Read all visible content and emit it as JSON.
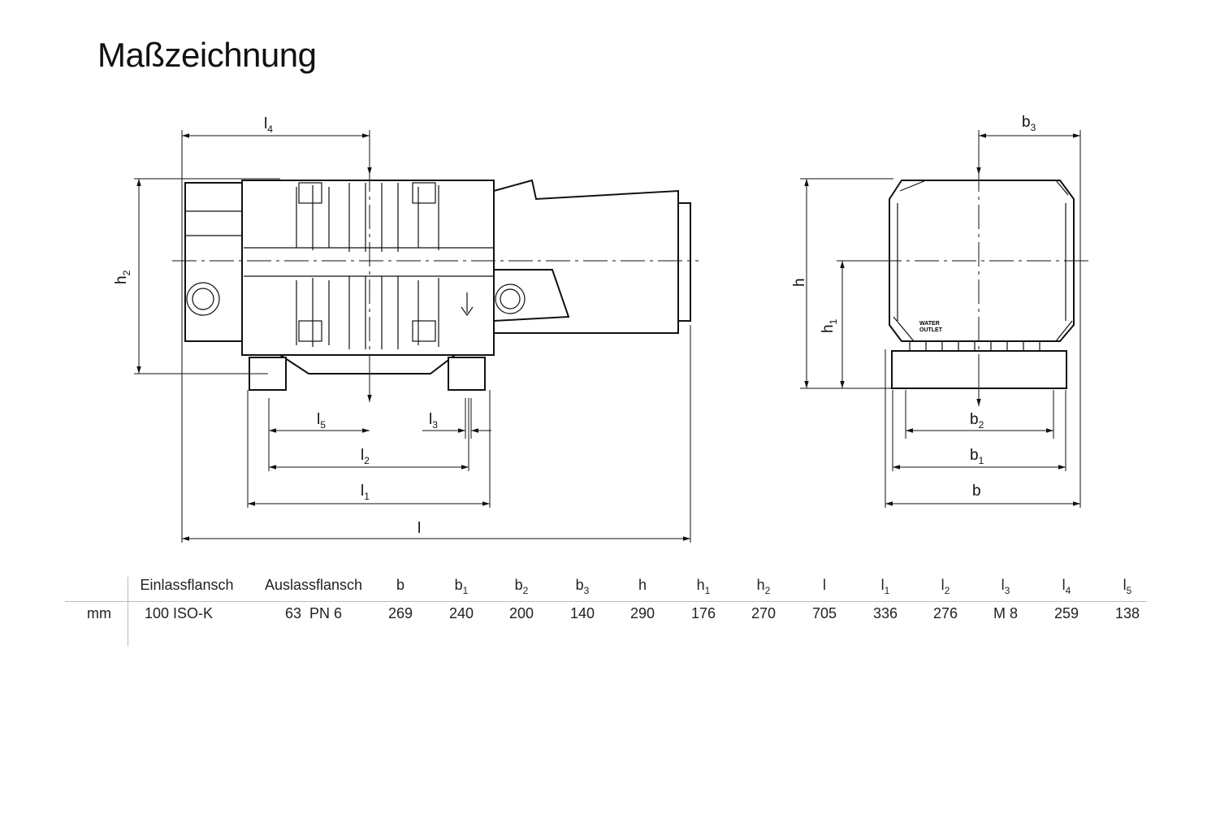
{
  "title": "Maßzeichnung",
  "drawing": {
    "side_view_labels": {
      "l4": {
        "base": "l",
        "sub": "4"
      },
      "h2": {
        "base": "h",
        "sub": "2"
      },
      "l5": {
        "base": "l",
        "sub": "5"
      },
      "l3": {
        "base": "l",
        "sub": "3"
      },
      "l2": {
        "base": "l",
        "sub": "2"
      },
      "l1": {
        "base": "l",
        "sub": "1"
      },
      "l": {
        "base": "l",
        "sub": ""
      }
    },
    "front_view_labels": {
      "b3": {
        "base": "b",
        "sub": "3"
      },
      "h": {
        "base": "h",
        "sub": ""
      },
      "h1": {
        "base": "h",
        "sub": "1"
      },
      "b2": {
        "base": "b",
        "sub": "2"
      },
      "b1": {
        "base": "b",
        "sub": "1"
      },
      "b": {
        "base": "b",
        "sub": ""
      }
    },
    "plate_text": [
      "WATER",
      "OUTLET"
    ]
  },
  "table": {
    "unit": "mm",
    "columns": [
      {
        "base": "Einlassflansch",
        "sub": ""
      },
      {
        "base": "Auslassflansch",
        "sub": ""
      },
      {
        "base": "b",
        "sub": ""
      },
      {
        "base": "b",
        "sub": "1"
      },
      {
        "base": "b",
        "sub": "2"
      },
      {
        "base": "b",
        "sub": "3"
      },
      {
        "base": "h",
        "sub": ""
      },
      {
        "base": "h",
        "sub": "1"
      },
      {
        "base": "h",
        "sub": "2"
      },
      {
        "base": "l",
        "sub": ""
      },
      {
        "base": "l",
        "sub": "1"
      },
      {
        "base": "l",
        "sub": "2"
      },
      {
        "base": "l",
        "sub": "3"
      },
      {
        "base": "l",
        "sub": "4"
      },
      {
        "base": "l",
        "sub": "5"
      }
    ],
    "values": [
      "100 ISO-K",
      "63  PN 6",
      "269",
      "240",
      "200",
      "140",
      "290",
      "176",
      "270",
      "705",
      "336",
      "276",
      "M 8",
      "259",
      "138"
    ]
  }
}
